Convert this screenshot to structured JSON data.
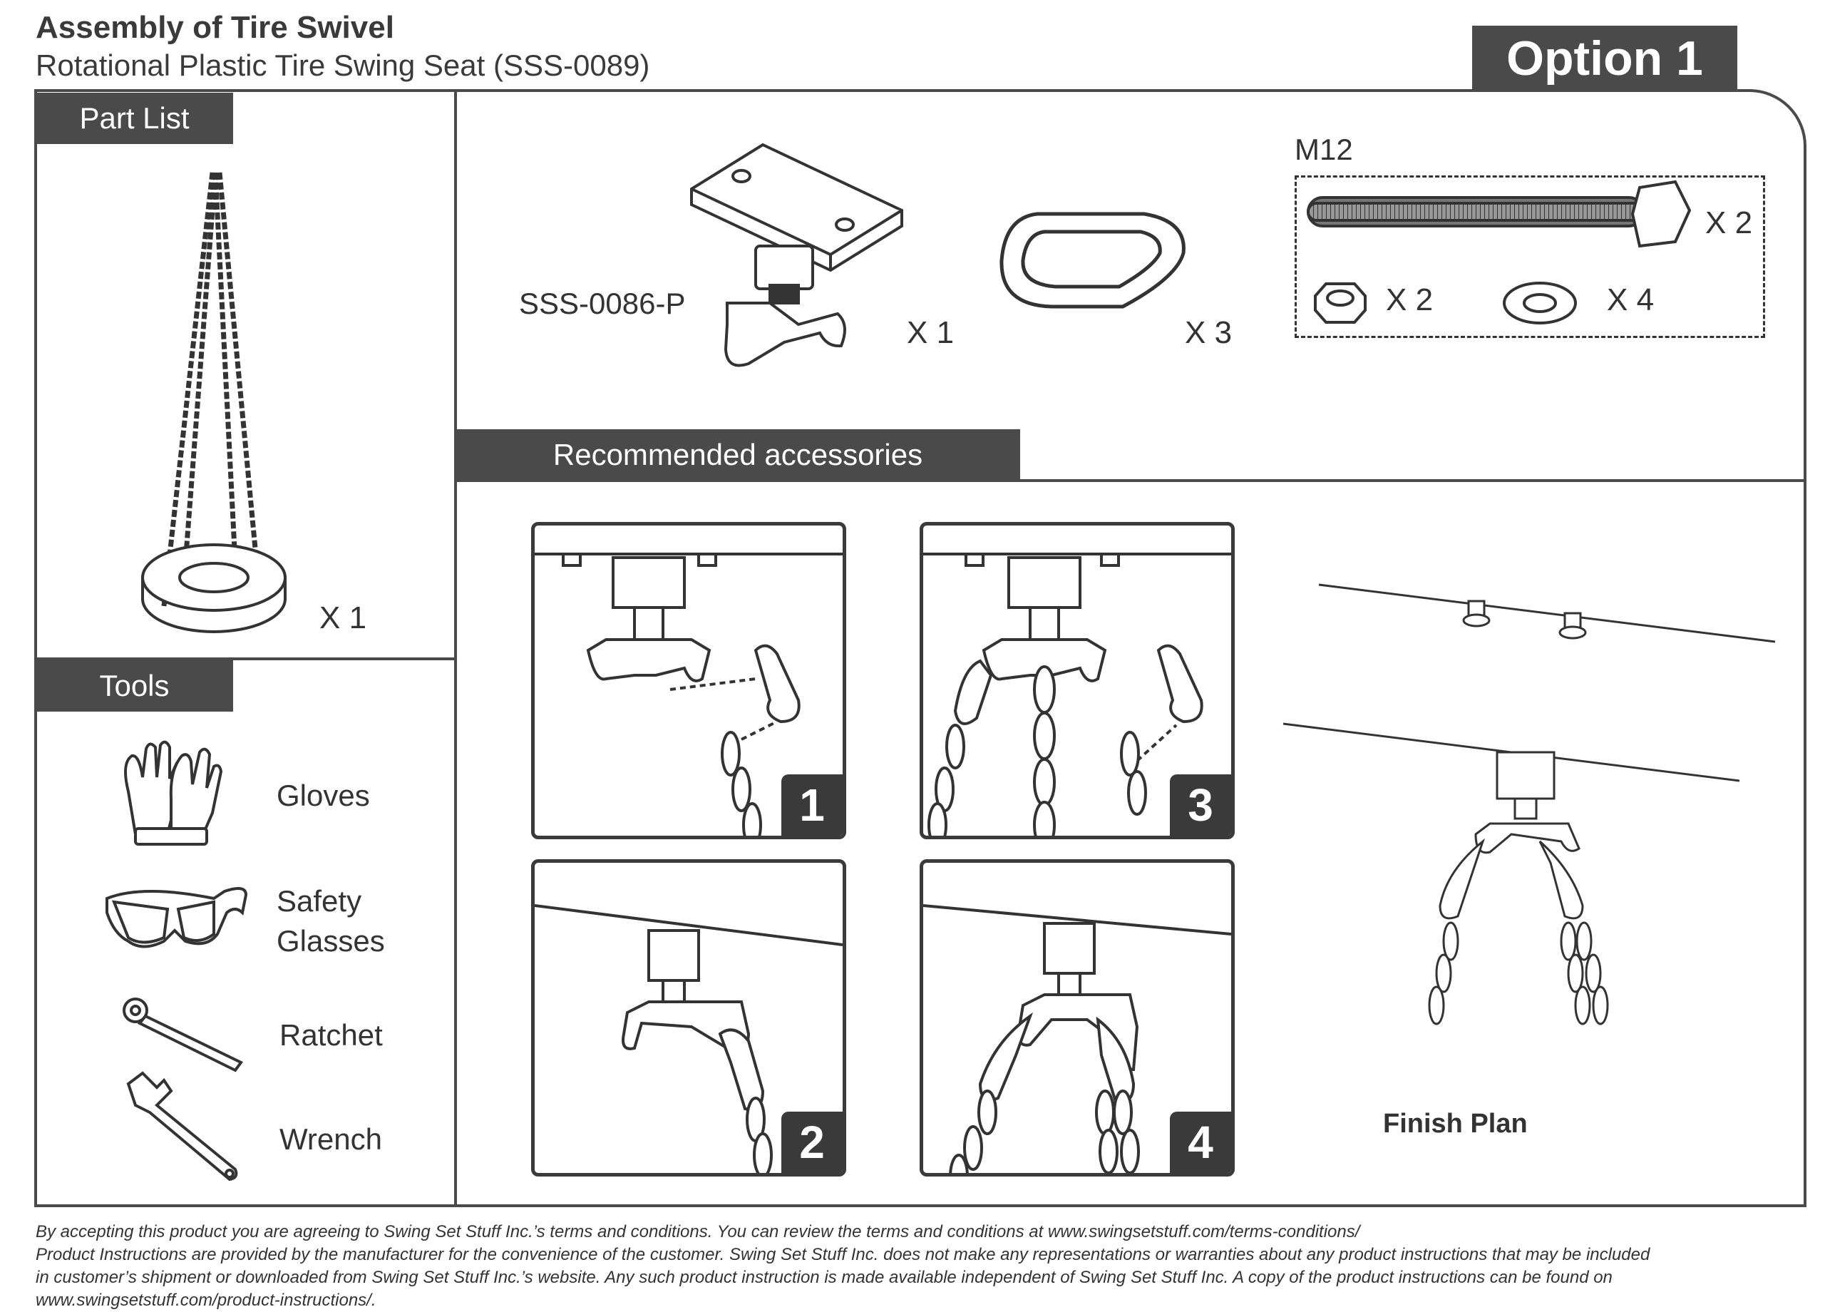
{
  "header": {
    "title": "Assembly of Tire Swivel",
    "subtitle": "Rotational Plastic Tire Swing Seat (SSS-0089)",
    "option": "Option 1"
  },
  "part_list": {
    "heading": "Part List",
    "tire_qty": "X 1"
  },
  "tools": {
    "heading": "Tools",
    "items": [
      "Gloves",
      "Safety\nGlasses",
      "Ratchet",
      "Wrench"
    ],
    "icons": [
      "gloves-icon",
      "safety-glasses-icon",
      "ratchet-icon",
      "wrench-icon"
    ]
  },
  "parts": {
    "swivel_code": "SSS-0086-P",
    "swivel_qty": "X 1",
    "carabiner_qty": "X 3",
    "bolt_size": "M12",
    "bolt_qty": "X 2",
    "nut_qty": "X 2",
    "washer_qty": "X 4"
  },
  "accessories": {
    "heading": "Recommended accessories",
    "steps": [
      "1",
      "2",
      "3",
      "4"
    ],
    "finish_label": "Finish Plan"
  },
  "footer": {
    "lines": [
      "By accepting this product you are agreeing to Swing Set Stuff Inc.’s terms and conditions. You can review the terms and conditions at www.swingsetstuff.com/terms-conditions/",
      "Product Instructions are provided by the manufacturer for the convenience of the customer. Swing Set Stuff Inc. does not make any representations or warranties about any product instructions that may be included",
      "in customer’s shipment or downloaded from Swing Set Stuff Inc.’s website. Any such product instruction is made available independent of Swing Set Stuff Inc.  A copy of the product instructions can be found on",
      "www.swingsetstuff.com/product-instructions/."
    ]
  }
}
